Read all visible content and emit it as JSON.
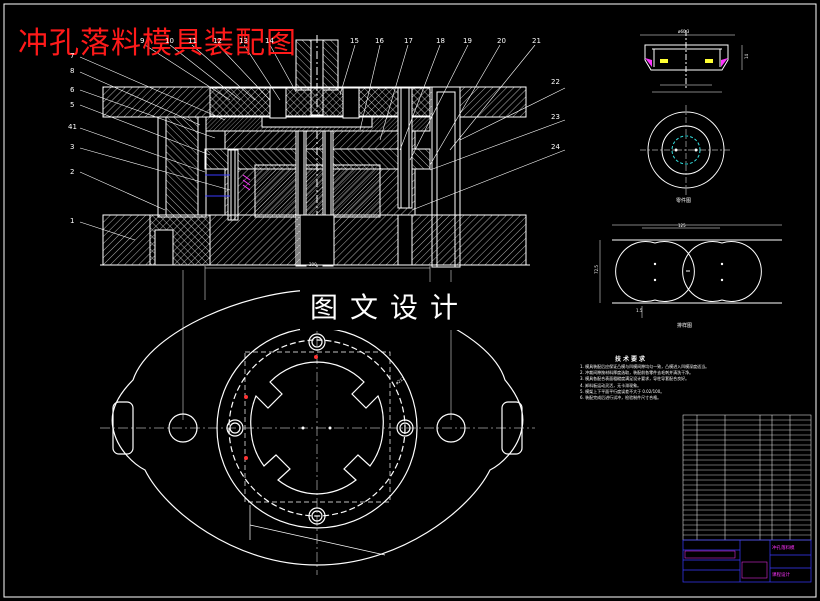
{
  "title": "冲孔落料模具装配图",
  "watermark": "图文设计",
  "callouts": {
    "left": [
      "7",
      "8",
      "6",
      "5",
      "41",
      "3",
      "2",
      "1"
    ],
    "top": [
      "9",
      "10",
      "11",
      "12",
      "13",
      "14",
      "15",
      "16",
      "17",
      "18",
      "19",
      "20",
      "21"
    ],
    "right": [
      "22",
      "23",
      "24"
    ]
  },
  "dimensions": {
    "overall_width": "200",
    "diameter_main": "ø212",
    "part_od": "ø60.3",
    "part_height": "14",
    "strip_pitch": "125",
    "strip_width": "72.5",
    "strip_margin": "1.5"
  },
  "labels": {
    "part_drawing": "零件图",
    "strip_layout": "排样图"
  },
  "tech_requirements": {
    "title": "技术要求",
    "items": [
      "1. 模具装配后应保证凸模与凹模间隙均匀一致，凸模进入凹模深度适当。",
      "2. 冲裁间隙按材料厚度选取，装配前各零件去毛刺并清洗干净。",
      "3. 模具各配合表面粗糙度满足设计要求，导柱导套配合良好。",
      "4. 卸料板运动灵活，无卡滞现象。",
      "5. 模架上下平面平行度误差不大于 0.02/100。",
      "6. 装配完成后进行试冲，检验制件尺寸合格。"
    ]
  },
  "title_block": {
    "designation": "冲孔落料模",
    "school": "课程设计"
  },
  "colors": {
    "line": "#ffffff",
    "accent_red": "#ff1a1a",
    "blue": "#3a3aff",
    "magenta": "#ff33ff",
    "cyan": "#33dddd",
    "yellow": "#ffff33",
    "background": "#000000"
  }
}
